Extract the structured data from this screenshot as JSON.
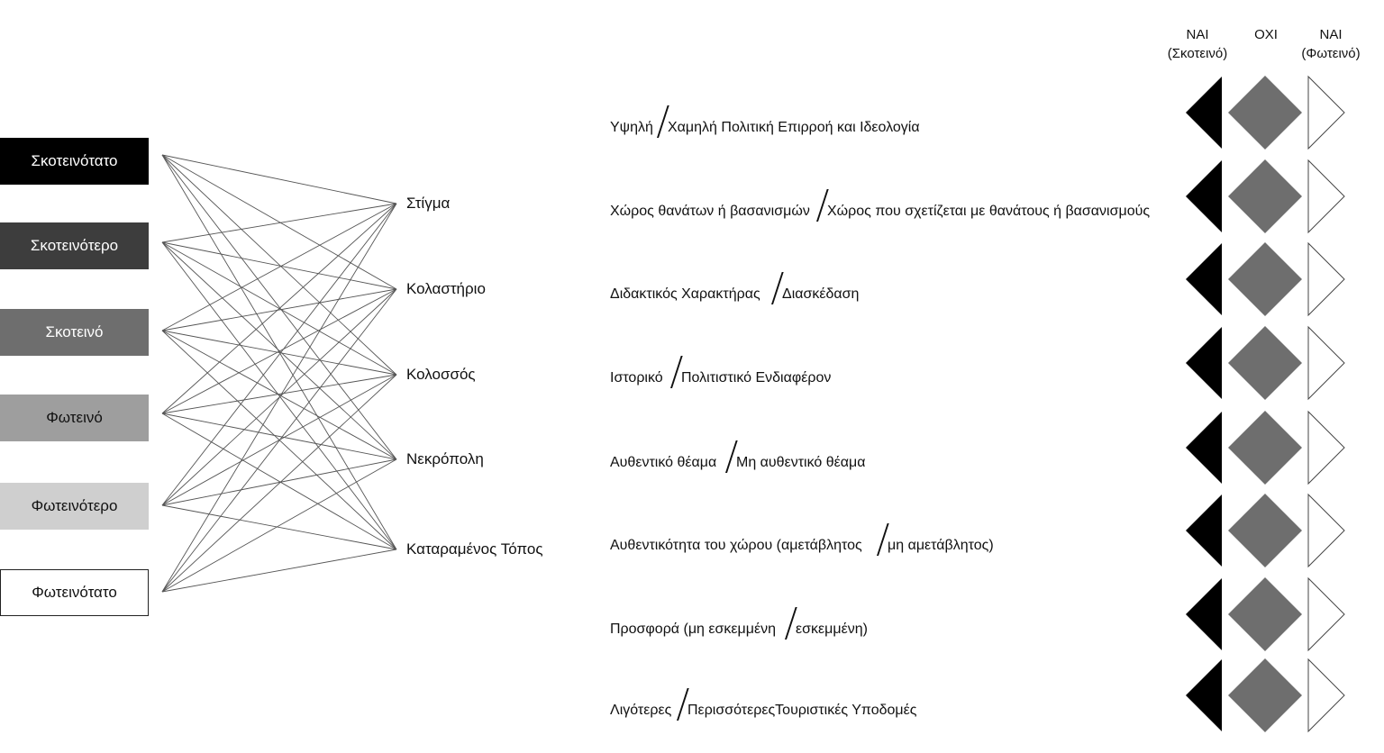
{
  "scale": [
    {
      "label": "Σκοτεινότατο",
      "bg": "#000000",
      "fg": "#ffffff"
    },
    {
      "label": "Σκοτεινότερο",
      "bg": "#3d3d3d",
      "fg": "#ffffff"
    },
    {
      "label": "Σκοτεινό",
      "bg": "#6e6e6e",
      "fg": "#ffffff"
    },
    {
      "label": "Φωτεινό",
      "bg": "#9e9e9e",
      "fg": "#111111"
    },
    {
      "label": "Φωτεινότερο",
      "bg": "#cfcfcf",
      "fg": "#111111"
    },
    {
      "label": "Φωτεινότατο",
      "bg": "#ffffff",
      "fg": "#111111"
    }
  ],
  "places": [
    "Στίγμα",
    "Κολαστήριο",
    "Κολοσσός",
    "Νεκρόπολη",
    "Καταραμένος Τόπος"
  ],
  "headers": {
    "yes_dark": [
      "ΝΑΙ",
      "(Σκοτεινό)"
    ],
    "no": "ΟΧΙ",
    "yes_light": [
      "ΝΑΙ",
      "(Φωτεινό)"
    ]
  },
  "criteria": [
    {
      "left": "Υψηλή",
      "right": "Χαμηλή  Πολιτική Επιρροή και Ιδεολογία"
    },
    {
      "left": "Χώρος θανάτων ή βασανισμών",
      "right": "Χώρος που σχετίζεται με θανάτους ή βασανισμούς"
    },
    {
      "left": "Διδακτικός Χαρακτήρας",
      "right": "Διασκέδαση"
    },
    {
      "left": "Ιστορικό",
      "right": "Πολιτιστικό Ενδιαφέρον"
    },
    {
      "left": "Αυθεντικό θέαμα",
      "right": "Μη αυθεντικό θέαμα"
    },
    {
      "left": "Αυθεντικότητα του χώρου (αμετάβλητος",
      "right": "μη αμετάβλητος)"
    },
    {
      "left": "Προσφορά (μη εσκεμμένη",
      "right": "εσκεμμένη)"
    },
    {
      "left": "Λιγότερες",
      "right": "ΠερισσότερεςΤουριστικές Υποδομές"
    }
  ],
  "colors": {
    "dark": "#000000",
    "mid": "#6e6e6e",
    "light": "#ffffff",
    "line": "#555555"
  },
  "icons": {
    "yes_dark": "black-left-triangle-icon",
    "no": "gray-diamond-icon",
    "yes_light": "white-right-triangle-icon"
  }
}
